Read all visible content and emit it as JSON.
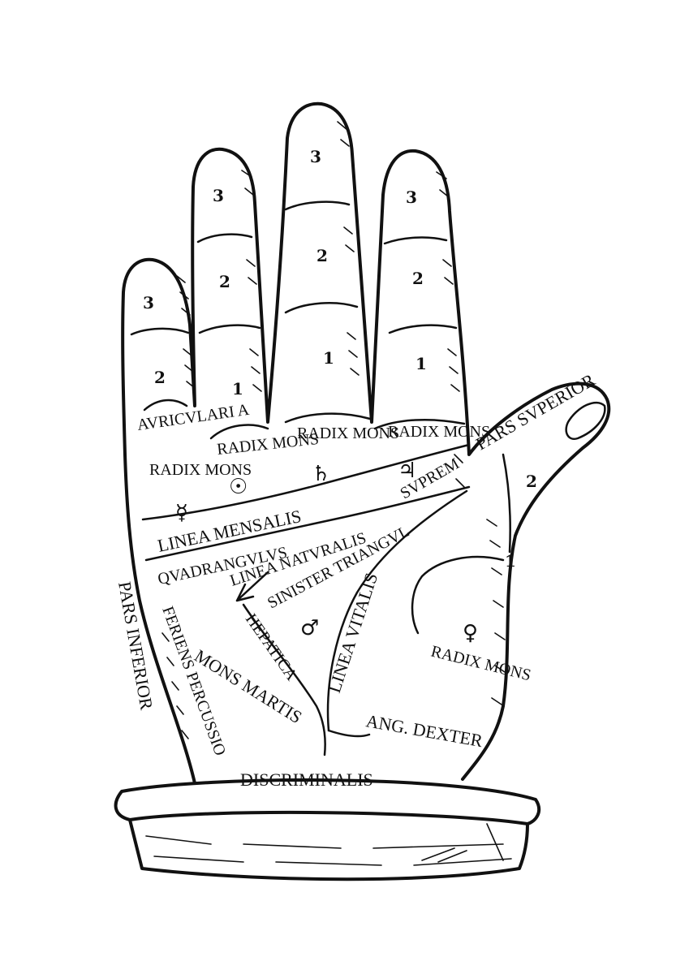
{
  "labels": {
    "pars_superior": "PARS SVPERIOR",
    "pars_inferior": "PARS INFERIOR",
    "radix_mons": "RADIX MONS",
    "radix_mons_little": "RADIX MONS",
    "radix_mons_ring": "RADIX MONS",
    "radix_mons_middle": "RADIX MONS",
    "radix_mons_index": "RADIX MONS",
    "radix_mons_thumb": "RADIX MONS",
    "linea_mensalis": "LINEA MENSALIS",
    "quadrangulus": "QVADRANGVLVS",
    "linea_naturalis": "LINEA NATVRALIS",
    "sinister_triangulus": "SINISTER TRIANGVL",
    "supreme": "SVPREM",
    "linea_vitalis": "LINEA VITALIS",
    "hepatica": "HEPATICA",
    "feriens_percussio": "FERIENS PERCUSSIO",
    "mons_martis": "MONS MARTIS",
    "ang_dexter": "ANG. DEXTER",
    "discriminalis": "DISCRIMINALIS",
    "auricularis": "AVRICVLARI A"
  },
  "phalanx_numerals": {
    "three": "3",
    "two": "2",
    "one": "1"
  },
  "symbols": {
    "mercury": "☿",
    "sun": "☉",
    "saturn": "♄",
    "jupiter": "♃",
    "mars": "♂",
    "venus": "♀"
  }
}
